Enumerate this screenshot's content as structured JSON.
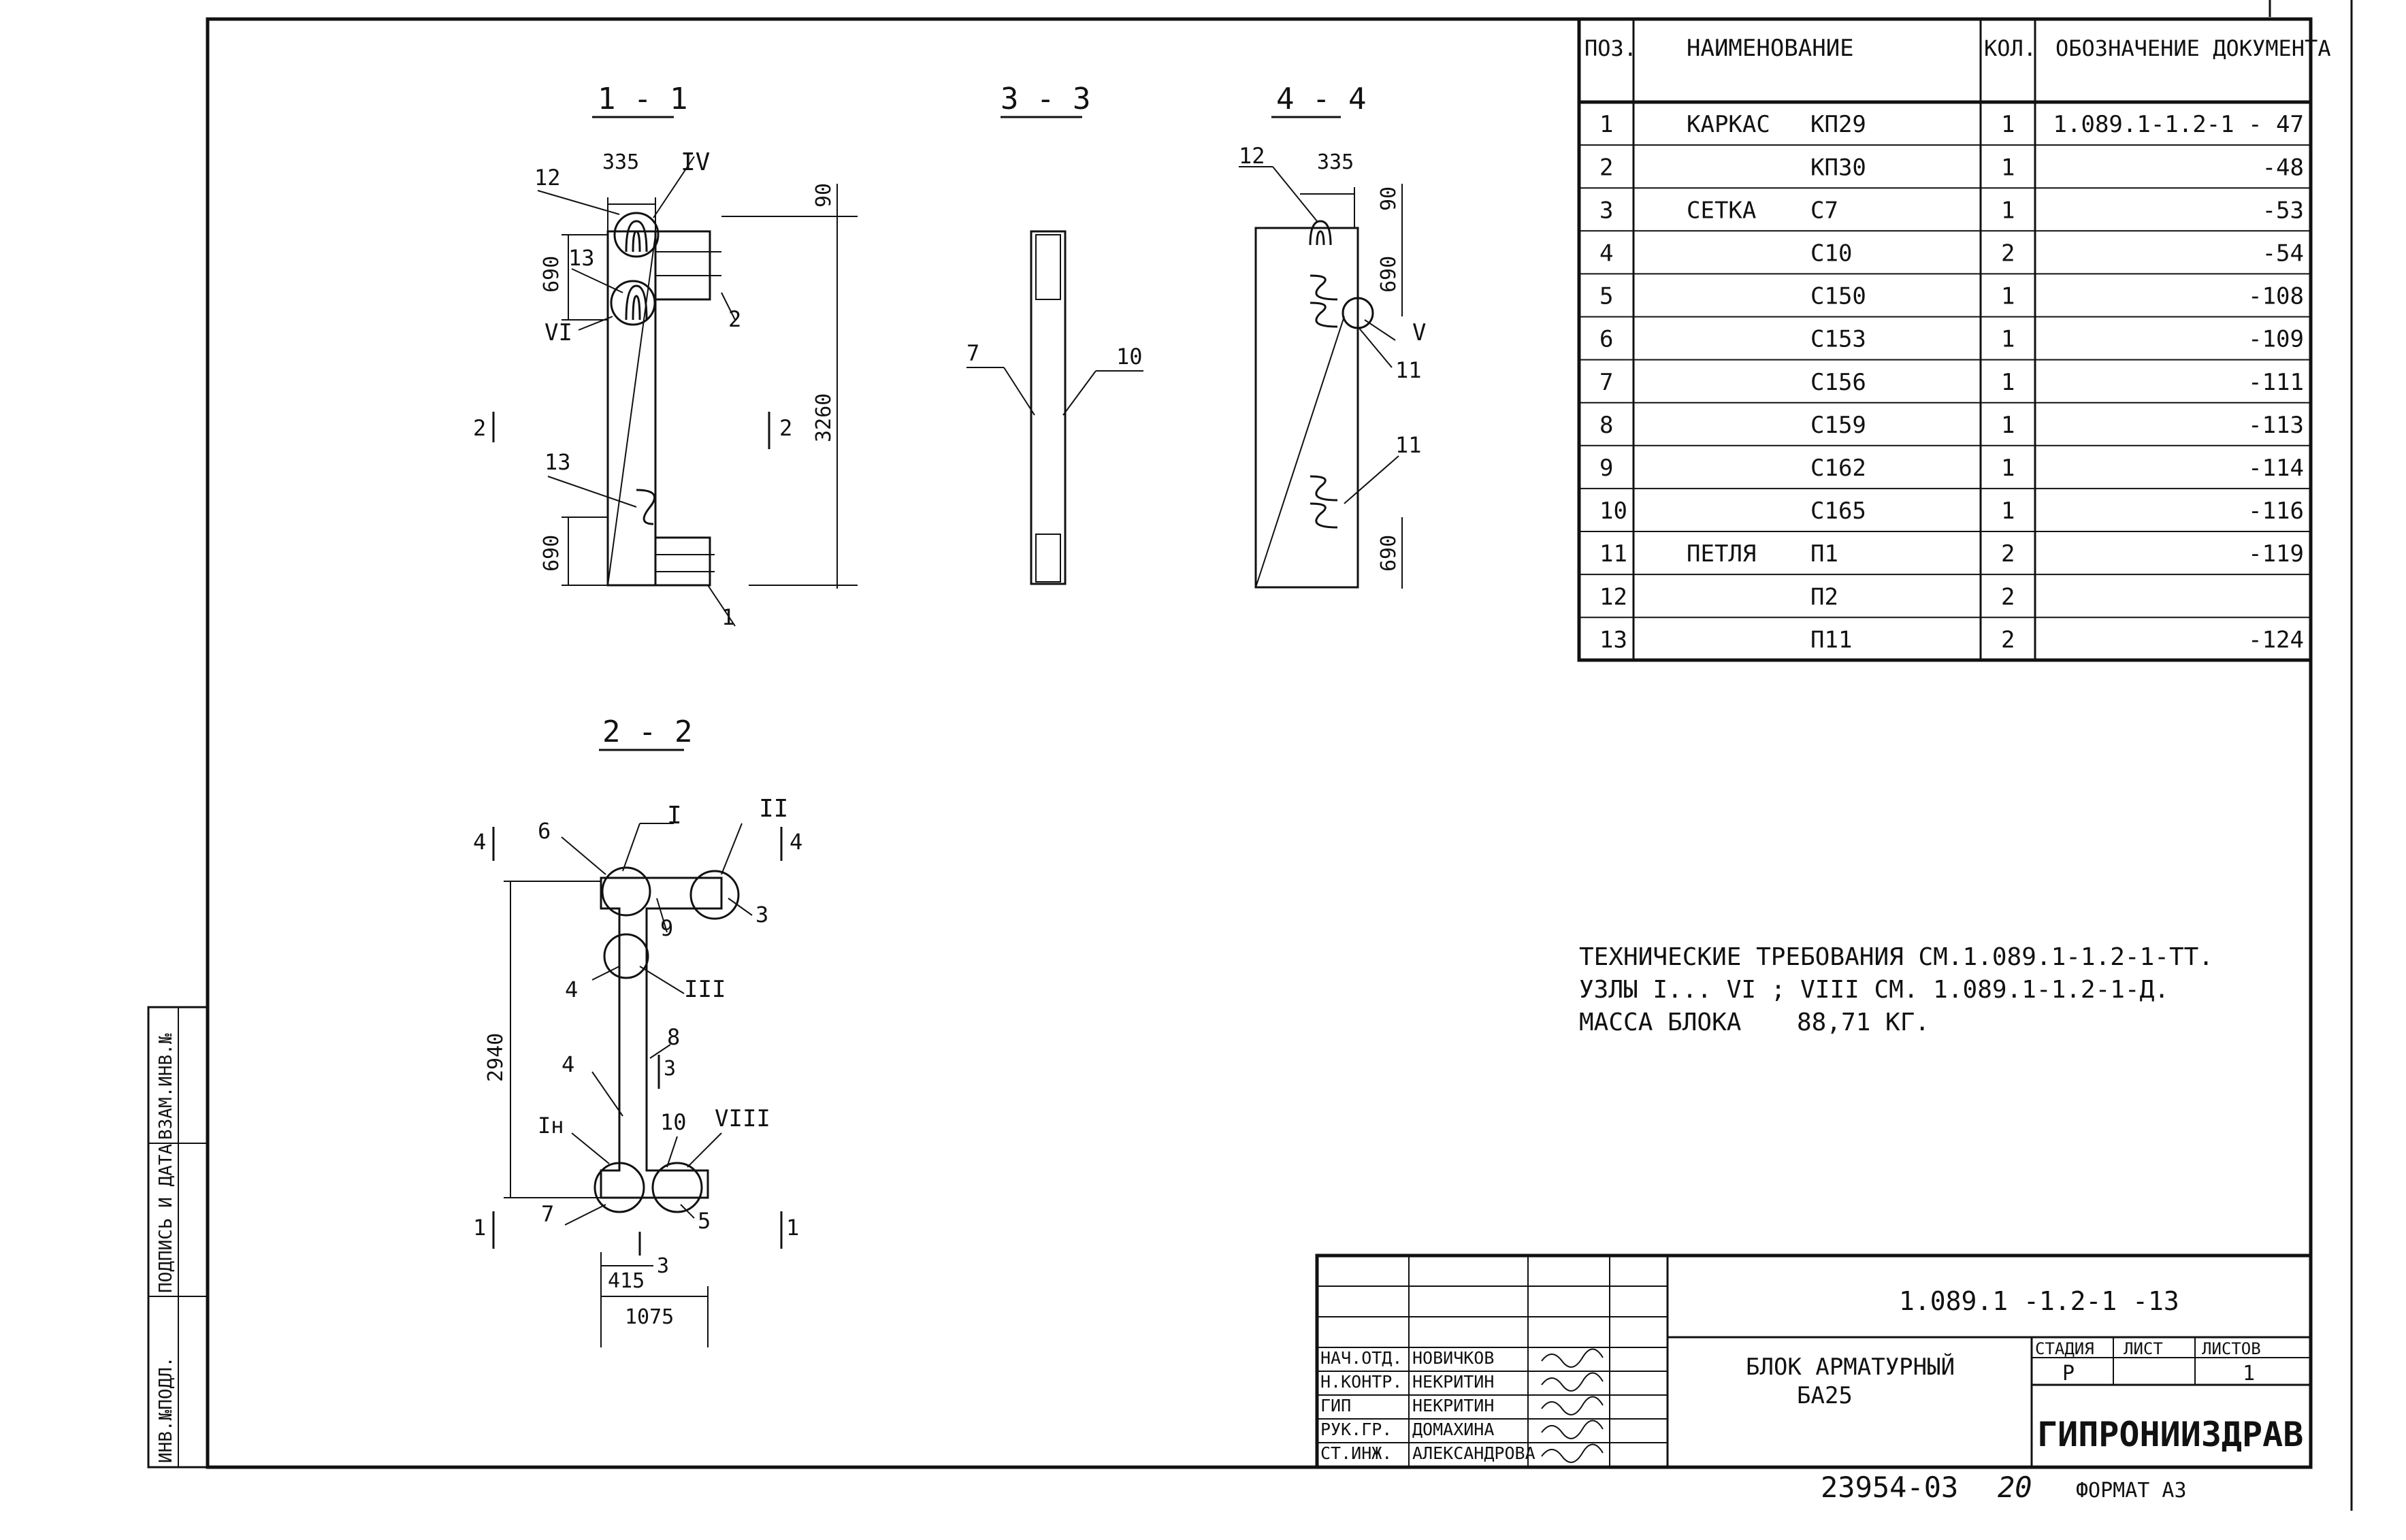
{
  "sections": {
    "s11": "1 - 1",
    "s33": "3 - 3",
    "s44": "4 - 4",
    "s22": "2 - 2"
  },
  "view11": {
    "dims": [
      "335",
      "90",
      "690",
      "3260",
      "690"
    ],
    "pos": [
      "12",
      "13",
      "2",
      "13",
      "1"
    ],
    "nodes": [
      "IV",
      "VI"
    ],
    "cut": "2"
  },
  "view33": {
    "pos": [
      "7",
      "10"
    ]
  },
  "view44": {
    "dims": [
      "335",
      "90",
      "690",
      "690"
    ],
    "pos": [
      "12",
      "11",
      "11"
    ],
    "nodes": [
      "V"
    ]
  },
  "view22": {
    "pos": [
      "6",
      "9",
      "3",
      "4",
      "8",
      "4",
      "10",
      "7",
      "5"
    ],
    "nodes": [
      "I",
      "II",
      "III",
      "Iн",
      "VIII"
    ],
    "dims": [
      "2940",
      "415",
      "1075"
    ],
    "cuts": [
      "4",
      "4",
      "1",
      "1",
      "3",
      "3"
    ]
  },
  "spec": {
    "headers": [
      "ПОЗ.",
      "НАИМЕНОВАНИЕ",
      "КОЛ.",
      "ОБОЗНАЧЕНИЕ ДОКУМЕНТА"
    ],
    "rows": [
      [
        "1",
        "КАРКАС",
        "КП29",
        "1",
        "1.089.1-1.2-1 - 47"
      ],
      [
        "2",
        "",
        "КП30",
        "1",
        "-48"
      ],
      [
        "3",
        "СЕТКА",
        "С7",
        "1",
        "-53"
      ],
      [
        "4",
        "",
        "С10",
        "2",
        "-54"
      ],
      [
        "5",
        "",
        "С150",
        "1",
        "-108"
      ],
      [
        "6",
        "",
        "С153",
        "1",
        "-109"
      ],
      [
        "7",
        "",
        "С156",
        "1",
        "-111"
      ],
      [
        "8",
        "",
        "С159",
        "1",
        "-113"
      ],
      [
        "9",
        "",
        "С162",
        "1",
        "-114"
      ],
      [
        "10",
        "",
        "С165",
        "1",
        "-116"
      ],
      [
        "11",
        "ПЕТЛЯ",
        "П1",
        "2",
        "-119"
      ],
      [
        "12",
        "",
        "П2",
        "2",
        ""
      ],
      [
        "13",
        "",
        "П11",
        "2",
        "-124"
      ]
    ]
  },
  "notes": {
    "line1": "ТЕХНИЧЕСКИЕ ТРЕБОВАНИЯ СМ.1.089.1-1.2-1-ТТ.",
    "line2": "УЗЛЫ I... VI ; VIII СМ. 1.089.1-1.2-1-Д.",
    "line3_label": "МАССА БЛОКА",
    "line3_value": "88,71 КГ."
  },
  "side_stamp": {
    "c1": "ИНВ.№ПОДЛ.",
    "c2": "ПОДПИСЬ И ДАТА",
    "c3": "ВЗАМ.ИНВ.№"
  },
  "title_block": {
    "code": "1.089.1 -1.2-1 -13",
    "title1": "БЛОК АРМАТУРНЫЙ",
    "title2": "БА25",
    "stage_label": "СТАДИЯ",
    "sheet_label": "ЛИСТ",
    "sheets_label": "ЛИСТОВ",
    "stage": "Р",
    "sheets": "1",
    "org": "ГИПРОНИИЗДРАВ",
    "people": [
      [
        "НАЧ.ОТД.",
        "НОВИЧКОВ"
      ],
      [
        "Н.КОНТР.",
        "НЕКРИТИН"
      ],
      [
        "ГИП",
        "НЕКРИТИН"
      ],
      [
        "РУК.ГР.",
        "ДОМАХИНА"
      ],
      [
        "СТ.ИНЖ.",
        "АЛЕКСАНДРОВА"
      ]
    ]
  },
  "footer": {
    "number": "23954-03",
    "page": "20",
    "format": "ФОРМАТ А3"
  }
}
